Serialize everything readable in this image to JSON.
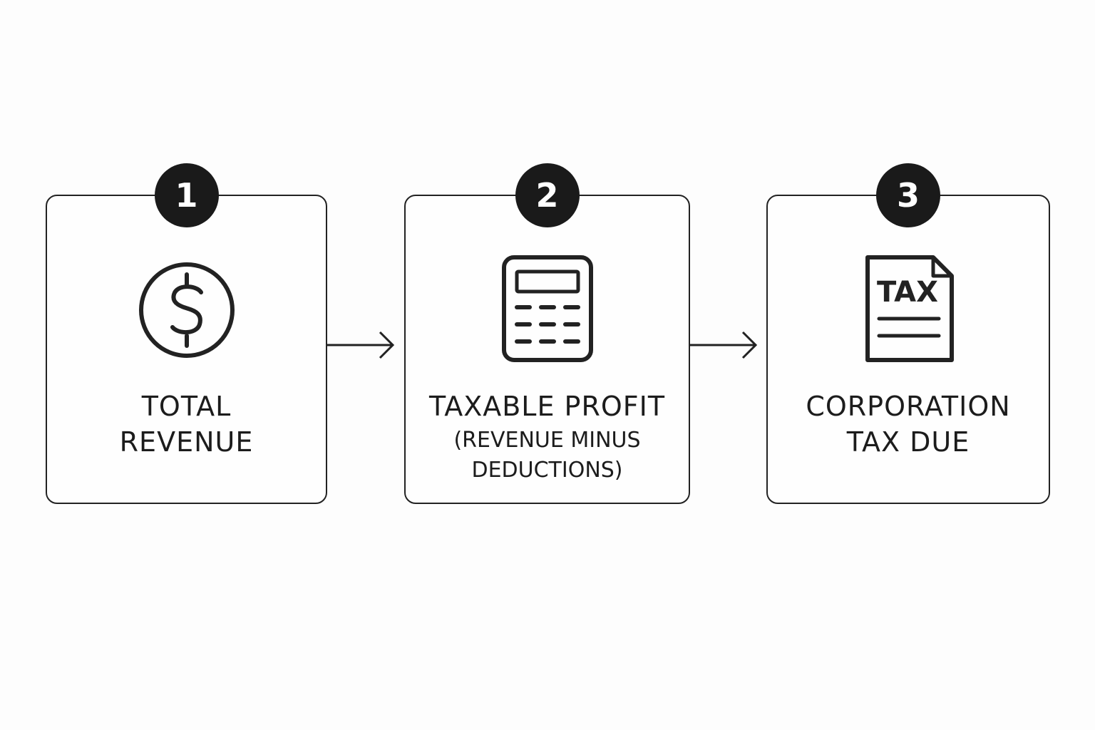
{
  "steps": [
    {
      "number": "1",
      "title": "TOTAL\nREVENUE",
      "subtitle": "",
      "icon": "dollar-circle-icon"
    },
    {
      "number": "2",
      "title": "TAXABLE PROFIT",
      "subtitle": "(REVENUE MINUS\nDEDUCTIONS)",
      "icon": "calculator-icon"
    },
    {
      "number": "3",
      "title": "CORPORATION\nTAX DUE",
      "subtitle": "",
      "icon": "tax-document-icon",
      "icon_text": "TAX"
    }
  ],
  "colors": {
    "stroke": "#222222",
    "badge": "#1a1a1a",
    "text": "#1c1c1c",
    "background": "#fdfdfd"
  }
}
